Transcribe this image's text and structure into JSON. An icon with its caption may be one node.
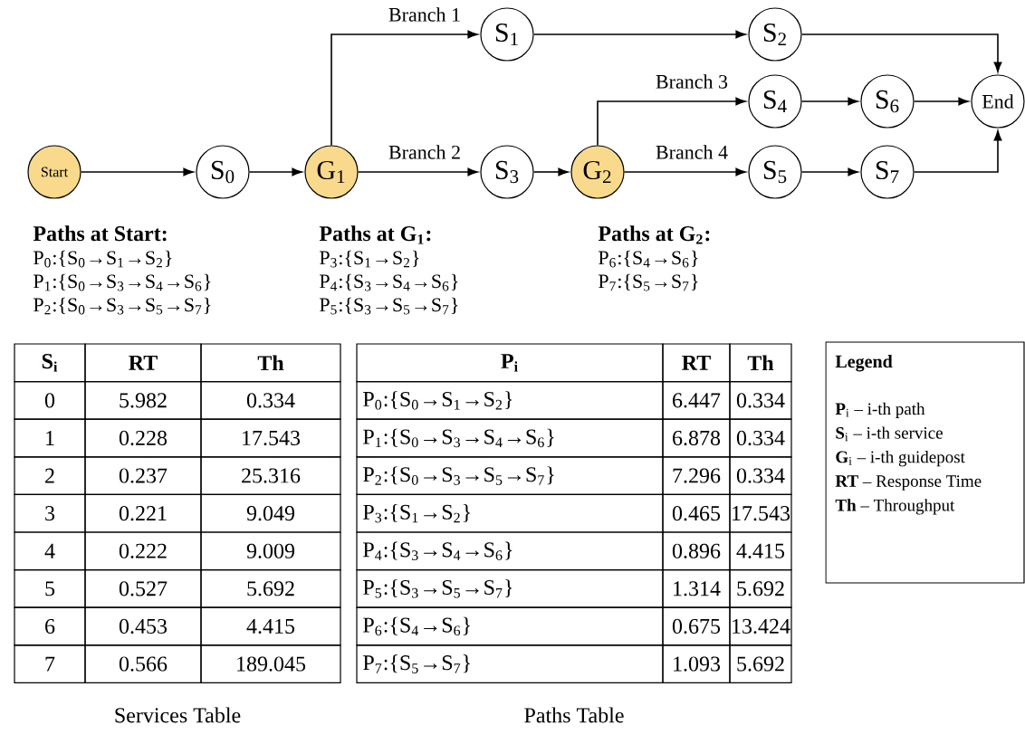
{
  "diagram": {
    "nodes": [
      {
        "text": [
          "Start"
        ]
      },
      {
        "text": [
          "S$_{0}$"
        ]
      },
      {
        "text": [
          "G$_{1}$"
        ]
      },
      {
        "text": [
          "S$_{1}$"
        ]
      },
      {
        "text": [
          "S$_{2}$"
        ]
      },
      {
        "text": [
          "S$_{3}$"
        ]
      },
      {
        "text": [
          "G$_{2}$"
        ]
      },
      {
        "text": [
          "S$_{4}$"
        ]
      },
      {
        "text": [
          "S$_{6}$"
        ]
      },
      {
        "text": [
          "S$_{5}$"
        ]
      },
      {
        "text": [
          "S$_{7}$"
        ]
      },
      {
        "text": [
          "End"
        ]
      }
    ],
    "edges": [
      {
        "from": 0,
        "to": 1,
        "arrow": "to"
      },
      {
        "from": 1,
        "to": 2,
        "arrow": "to"
      },
      {
        "from": 2,
        "to": 3,
        "arrow": "to",
        "label": "Branch 1"
      },
      {
        "from": 3,
        "to": 4,
        "arrow": "to"
      },
      {
        "from": 4,
        "to": 11,
        "arrow": "to"
      },
      {
        "from": 2,
        "to": 5,
        "arrow": "to",
        "label": "Branch 2"
      },
      {
        "from": 5,
        "to": 6,
        "arrow": "to"
      },
      {
        "from": 6,
        "to": 7,
        "arrow": "to",
        "label": "Branch 3"
      },
      {
        "from": 7,
        "to": 8,
        "arrow": "to"
      },
      {
        "from": 8,
        "to": 11,
        "arrow": "to"
      },
      {
        "from": 6,
        "to": 9,
        "arrow": "to",
        "label": "Branch 4"
      },
      {
        "from": 9,
        "to": 10,
        "arrow": "to"
      },
      {
        "from": 10,
        "to": 11,
        "arrow": "to"
      }
    ],
    "labels": [
      "Paths at Start:",
      "P$_{0}$:{S$_{0}$→S$_{1}$→S$_{2}$}",
      "P$_{1}$:{S$_{0}$→S$_{3}$→S$_{4}$→S$_{6}$}",
      "P$_{2}$:{S$_{0}$→S$_{3}$→S$_{5}$→S$_{7}$}",
      "Paths at G$_{1}$:",
      "P$_{3}$:{S$_{1}$→S$_{2}$}",
      "P$_{4}$:{S$_{3}$→S$_{4}$→S$_{6}$}",
      "P$_{5}$:{S$_{3}$→S$_{5}$→S$_{7}$}",
      "Paths at G$_{2}$:",
      "P$_{6}$:{S$_{4}$→S$_{6}$}",
      "P$_{7}$:{S$_{5}$→S$_{7}$}",
      "S$_{i}$",
      "RT",
      "Th",
      "0",
      "5.982",
      "0.334",
      "1",
      "0.228",
      "17.543",
      "2",
      "0.237",
      "25.316",
      "3",
      "0.221",
      "9.049",
      "4",
      "0.222",
      "9.009",
      "5",
      "0.527",
      "5.692",
      "6",
      "0.453",
      "4.415",
      "7",
      "0.566",
      "189.045",
      "Services Table",
      "P$_{i}$",
      "RT",
      "Th",
      "P$_{0}$:{S$_{0}$→S$_{1}$→S$_{2}$}",
      "6.447",
      "0.334",
      "P$_{1}$:{S$_{0}$→S$_{3}$→S$_{4}$→S$_{6}$}",
      "6.878",
      "0.334",
      "P$_{2}$:{S$_{0}$→S$_{3}$→S$_{5}$→S$_{7}$}",
      "7.296",
      "0.334",
      "P$_{3}$:{S$_{1}$→S$_{2}$}",
      "0.465",
      "17.543",
      "P$_{4}$:{S$_{3}$→S$_{4}$→S$_{6}$}",
      "0.896",
      "4.415",
      "P$_{5}$:{S$_{3}$→S$_{5}$→S$_{7}$}",
      "1.314",
      "5.692",
      "P$_{6}$:{S$_{4}$→S$_{6}$}",
      "0.675",
      "13.424",
      "P$_{7}$:{S$_{5}$→S$_{7}$}",
      "1.093",
      "5.692",
      "Paths Table",
      "Legend",
      "**P**$_{i}$  – i-th path",
      "**S**$_{i}$  – i-th service",
      "**G**$_{i}$  – i-th guidepost",
      "**RT** – Response Time",
      "**Th**  – Throughput"
    ]
  }
}
